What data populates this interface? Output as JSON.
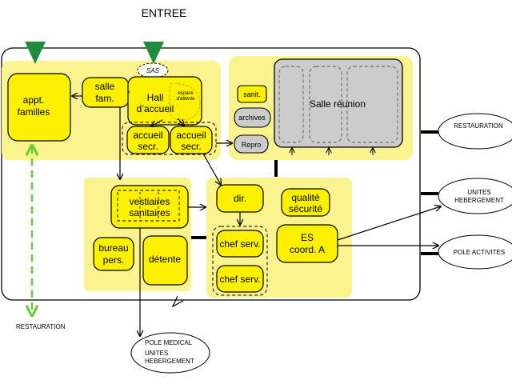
{
  "title": "ENTREE",
  "left_zone": {
    "appt_familles": [
      "appt.",
      "familles"
    ],
    "salle_fam": [
      "salle",
      "fam."
    ],
    "sas": "SAS",
    "hall": [
      "Hall",
      "d’accueil"
    ],
    "espace_attente": [
      "espace",
      "d'attente"
    ],
    "accueil_secr_1": [
      "accueil",
      "secr."
    ],
    "accueil_secr_2": [
      "accueil",
      "secr."
    ]
  },
  "right_top_zone": {
    "sanit": "sanit.",
    "archives": "archives",
    "repro": "Repro",
    "salle_reunion": "Salle réunion"
  },
  "bottom_left_zone": {
    "vestiaires": [
      "vestiaires",
      "sanitaires"
    ],
    "bureau_pers": [
      "bureau",
      "pers."
    ],
    "detente": "détente"
  },
  "bottom_right_zone": {
    "dir": "dir.",
    "qualite": [
      "qualité",
      "sécurité"
    ],
    "chef_serv_1": "chef serv.",
    "chef_serv_2": "chef serv.",
    "es_coord": [
      "ES",
      "coord. A"
    ]
  },
  "external": {
    "restauration_right": "RESTAURATION",
    "unites_hebergement": [
      "UNITES",
      "HEBERGEMENT"
    ],
    "pole_activites": "POLE ACTIVITES",
    "restauration_left": "RESTAURATION",
    "pole_medical": [
      "POLE MEDICAL",
      "UNITES",
      "HEBERGEMENT"
    ]
  },
  "colors": {
    "zone_fill": "#fbf48e",
    "room_fill": "#fbf000",
    "grey_fill": "#cccccc",
    "entry_arrow": "#1e8c3c",
    "dashed_link": "#66cc33"
  }
}
